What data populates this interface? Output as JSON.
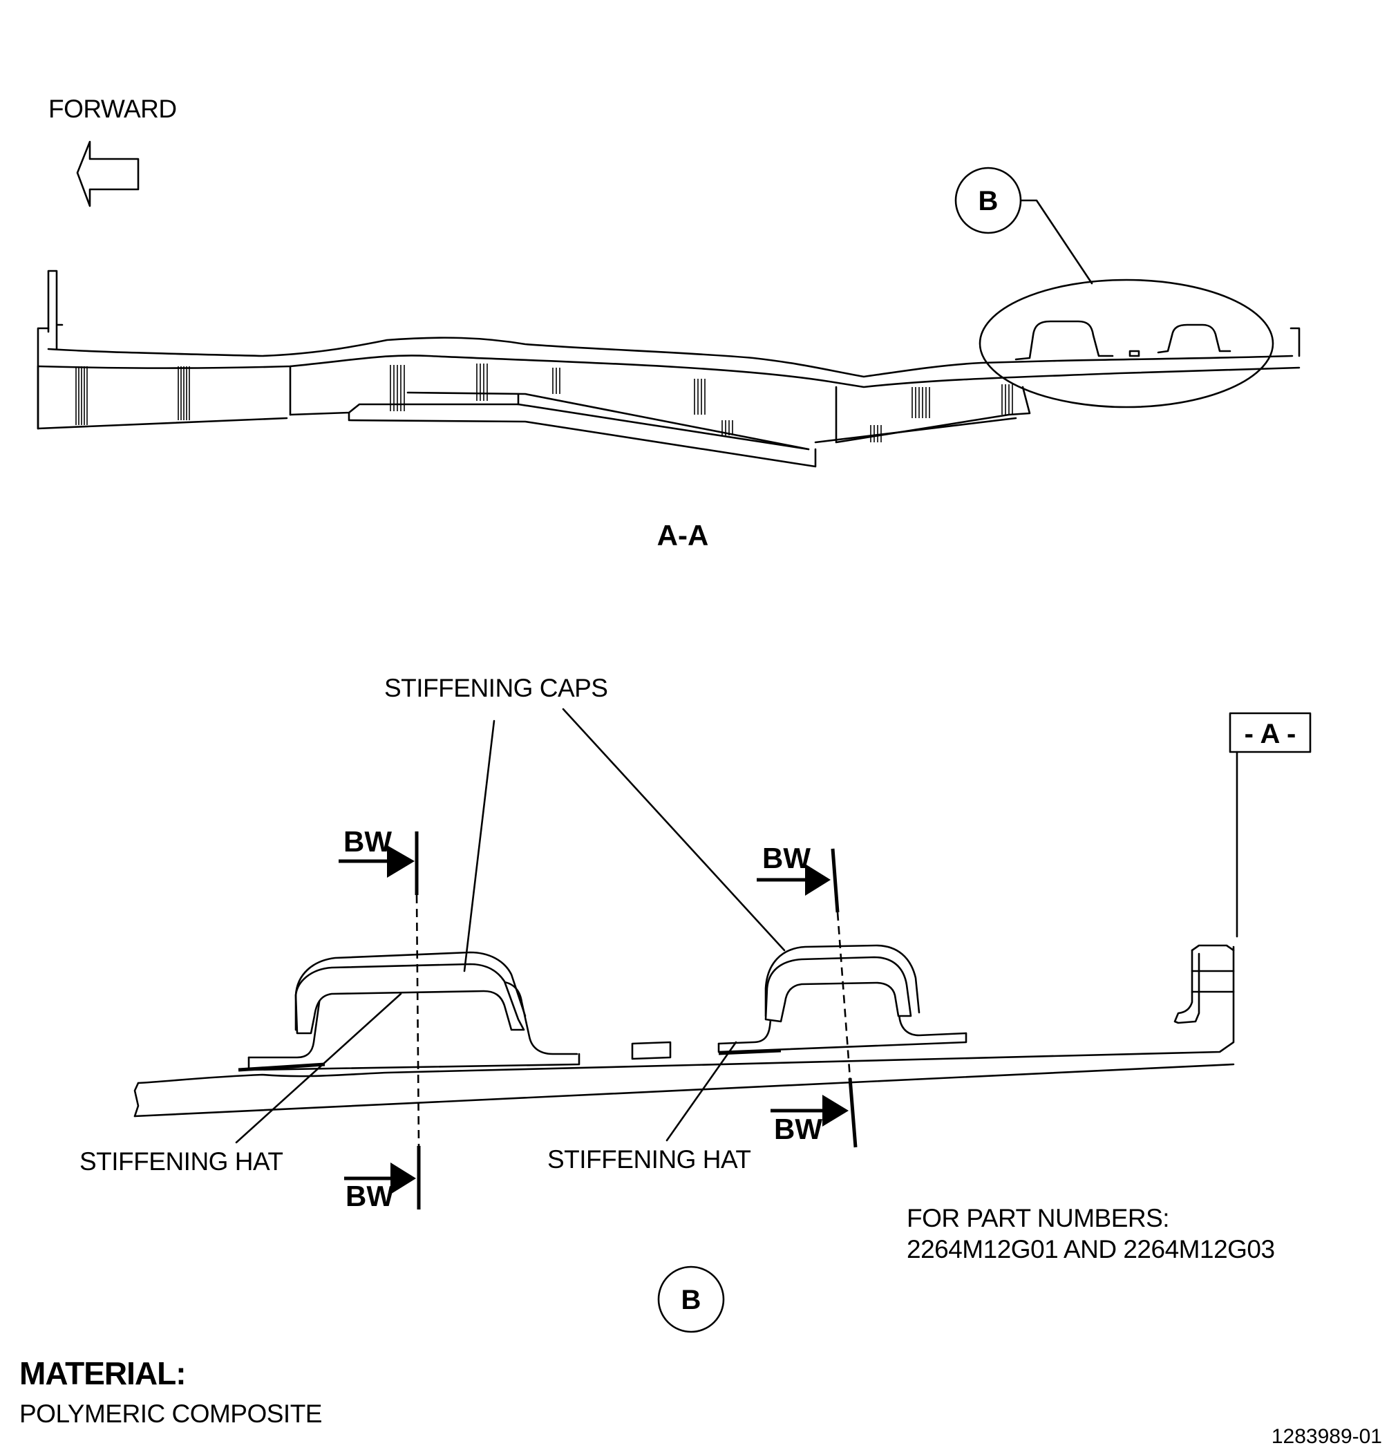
{
  "direction_label": "FORWARD",
  "section_view_label": "A-A",
  "detail_callout": "B",
  "detail_view_label": "B",
  "datum_label": "- A -",
  "labels": {
    "stiffening_caps": "STIFFENING CAPS",
    "stiffening_hat_left": "STIFFENING HAT",
    "stiffening_hat_right": "STIFFENING HAT",
    "bw": "BW"
  },
  "part_numbers": {
    "line1": "FOR PART NUMBERS:",
    "line2": "2264M12G01 AND 2264M12G03"
  },
  "material": {
    "heading": "MATERIAL:",
    "value": "POLYMERIC COMPOSITE"
  },
  "figure_id": "1283989-01"
}
